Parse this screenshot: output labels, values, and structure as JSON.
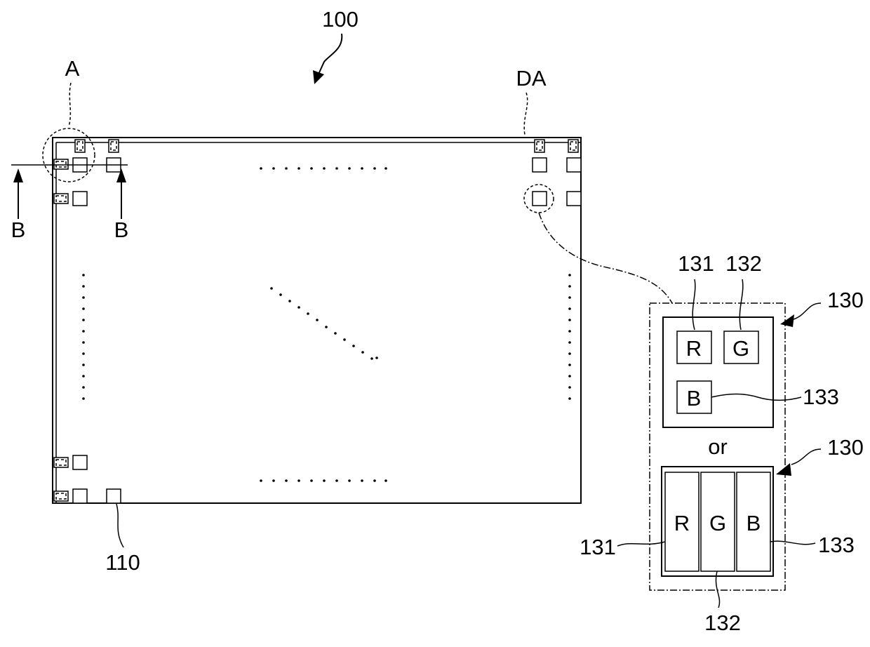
{
  "labels": {
    "device": "100",
    "region_a": "A",
    "region_da": "DA",
    "section_left": "B",
    "section_right": "B",
    "substrate": "110",
    "pixel_top": "130",
    "pixel_bottom": "130",
    "sub_r_top": "131",
    "sub_g_top": "132",
    "sub_b_top": "133",
    "sub_r_bottom": "131",
    "sub_g_bottom": "132",
    "sub_b_bottom": "133",
    "or_text": "or"
  },
  "subpixel_letters": {
    "r_top": "R",
    "g_top": "G",
    "b_top": "B",
    "r_bottom": "R",
    "g_bottom": "G",
    "b_bottom": "B"
  }
}
